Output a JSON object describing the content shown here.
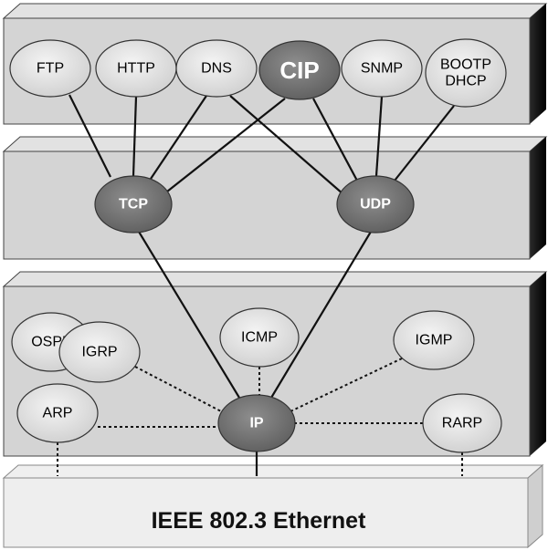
{
  "colors": {
    "layer_front": "#d6d6d6",
    "layer_top": "#e4e4e4",
    "layer_side": "#1a1a1a",
    "node_light": "#e6e6e6",
    "node_dark": "#777777",
    "line": "#111111"
  },
  "application_layer": {
    "nodes": [
      {
        "id": "ftp",
        "lines": [
          "FTP"
        ],
        "style": "light"
      },
      {
        "id": "http",
        "lines": [
          "HTTP"
        ],
        "style": "light"
      },
      {
        "id": "dns",
        "lines": [
          "DNS"
        ],
        "style": "light"
      },
      {
        "id": "cip",
        "lines": [
          "CIP"
        ],
        "style": "dark"
      },
      {
        "id": "snmp",
        "lines": [
          "SNMP"
        ],
        "style": "light"
      },
      {
        "id": "bootp",
        "lines": [
          "BOOTP",
          "DHCP"
        ],
        "style": "light"
      }
    ]
  },
  "transport_layer": {
    "nodes": [
      {
        "id": "tcp",
        "lines": [
          "TCP"
        ],
        "style": "dark"
      },
      {
        "id": "udp",
        "lines": [
          "UDP"
        ],
        "style": "dark"
      }
    ]
  },
  "network_layer": {
    "nodes": [
      {
        "id": "ospf",
        "lines": [
          "OSPF"
        ],
        "style": "light"
      },
      {
        "id": "igrp",
        "lines": [
          "IGRP"
        ],
        "style": "light"
      },
      {
        "id": "icmp",
        "lines": [
          "ICMP"
        ],
        "style": "light"
      },
      {
        "id": "igmp",
        "lines": [
          "IGMP"
        ],
        "style": "light"
      },
      {
        "id": "arp",
        "lines": [
          "ARP"
        ],
        "style": "light"
      },
      {
        "id": "ip",
        "lines": [
          "IP"
        ],
        "style": "dark"
      },
      {
        "id": "rarp",
        "lines": [
          "RARP"
        ],
        "style": "light"
      }
    ]
  },
  "link_layer": {
    "label": "IEEE 802.3 Ethernet"
  },
  "edges": [
    {
      "from": "ftp",
      "to": "tcp",
      "style": "solid"
    },
    {
      "from": "http",
      "to": "tcp",
      "style": "solid"
    },
    {
      "from": "dns",
      "to": "tcp",
      "style": "solid"
    },
    {
      "from": "cip",
      "to": "tcp",
      "style": "solid"
    },
    {
      "from": "dns",
      "to": "udp",
      "style": "solid"
    },
    {
      "from": "cip",
      "to": "udp",
      "style": "solid"
    },
    {
      "from": "snmp",
      "to": "udp",
      "style": "solid"
    },
    {
      "from": "bootp",
      "to": "udp",
      "style": "solid"
    },
    {
      "from": "tcp",
      "to": "ip",
      "style": "solid"
    },
    {
      "from": "udp",
      "to": "ip",
      "style": "solid"
    },
    {
      "from": "igrp",
      "to": "ip",
      "style": "dashed"
    },
    {
      "from": "icmp",
      "to": "ip",
      "style": "dashed"
    },
    {
      "from": "igmp",
      "to": "ip",
      "style": "dashed"
    },
    {
      "from": "arp",
      "to": "ip",
      "style": "dashed"
    },
    {
      "from": "rarp",
      "to": "ip",
      "style": "dashed"
    },
    {
      "from": "ip",
      "to": "ethernet",
      "style": "solid"
    },
    {
      "from": "arp",
      "to": "ethernet",
      "style": "dashed"
    },
    {
      "from": "rarp",
      "to": "ethernet",
      "style": "dashed"
    }
  ]
}
